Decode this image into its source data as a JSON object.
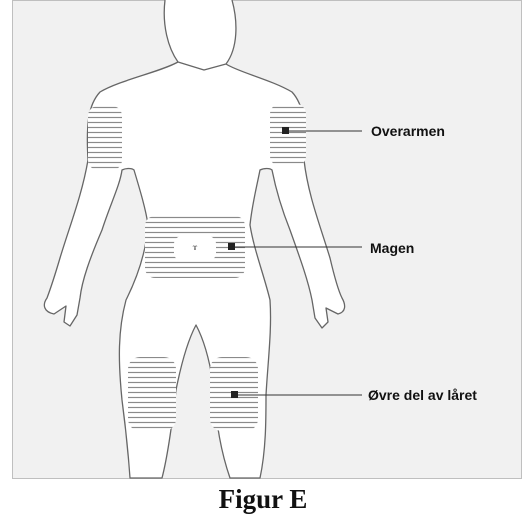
{
  "figure": {
    "caption": "Figur E",
    "labels": {
      "upper_arm": "Overarmen",
      "stomach": "Magen",
      "thigh": "Øvre del av låret"
    },
    "colors": {
      "panel_background": "#f1f1f1",
      "panel_border": "#bfbfbf",
      "body_fill": "#ffffff",
      "body_outline": "#666666",
      "hatching": "#8a8a8a",
      "marker": "#222222"
    }
  }
}
